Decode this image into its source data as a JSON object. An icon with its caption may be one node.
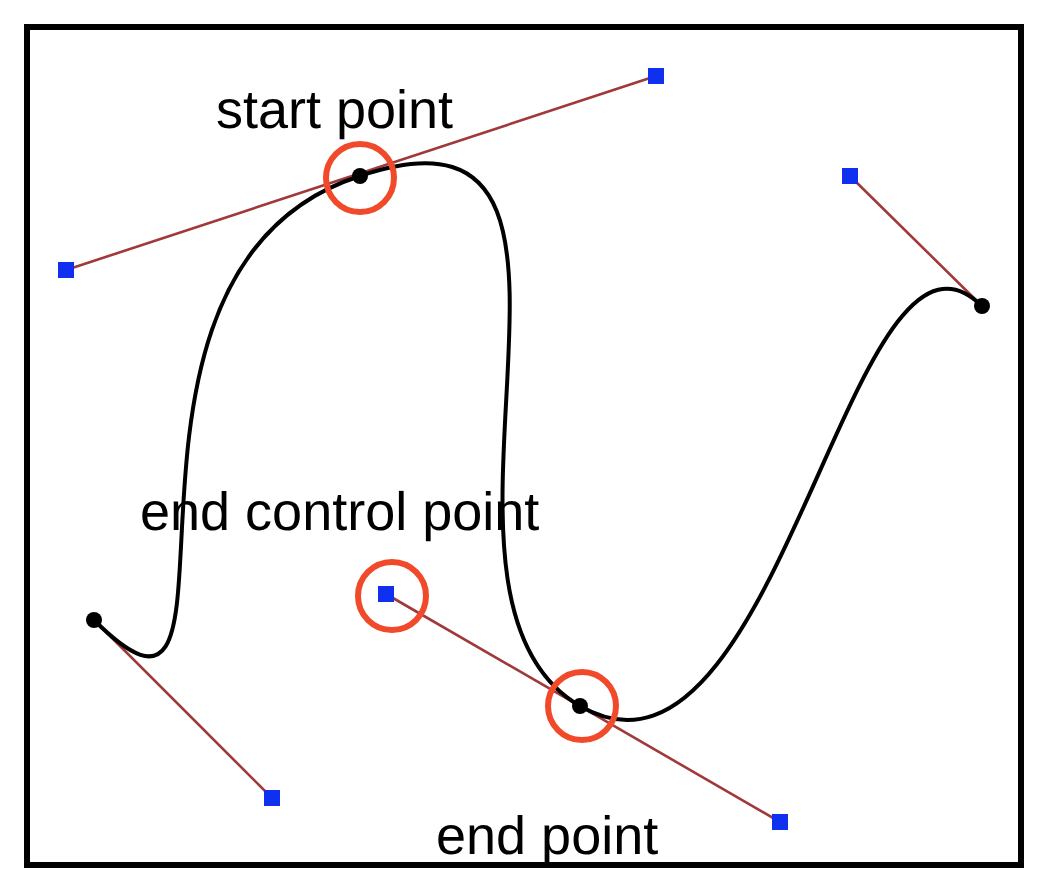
{
  "diagram": {
    "labels": [
      "start point",
      "end control point",
      "end point"
    ]
  }
}
